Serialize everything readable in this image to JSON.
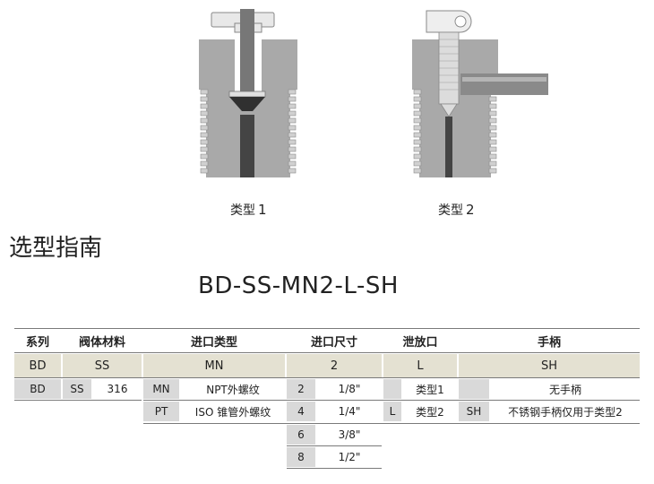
{
  "figures": [
    {
      "caption_text": "类型",
      "caption_num": "1"
    },
    {
      "caption_text": "类型",
      "caption_num": "2"
    }
  ],
  "section_title": "选型指南",
  "model_code": "BD-SS-MN2-L-SH",
  "table": {
    "headers": [
      "系列",
      "阀体材料",
      "进口类型",
      "进口尺寸",
      "泄放口",
      "手柄"
    ],
    "selection": [
      "BD",
      "SS",
      "MN",
      "2",
      "L",
      "SH"
    ],
    "series": {
      "code": "BD"
    },
    "material": {
      "code": "SS",
      "desc": "316"
    },
    "inlet_types": [
      {
        "code": "MN",
        "desc": "NPT外螺纹"
      },
      {
        "code": "PT",
        "desc": "ISO 锥管外螺纹"
      }
    ],
    "inlet_sizes": [
      {
        "code": "2",
        "desc": "1/8\""
      },
      {
        "code": "4",
        "desc": "1/4\""
      },
      {
        "code": "6",
        "desc": "3/8\""
      },
      {
        "code": "8",
        "desc": "1/2\""
      }
    ],
    "vents": [
      {
        "code": "",
        "desc": "类型1"
      },
      {
        "code": "L",
        "desc": "类型2"
      }
    ],
    "handles": [
      {
        "code": "",
        "desc": "无手柄"
      },
      {
        "code": "SH",
        "desc": "不锈钢手柄仅用于类型2"
      }
    ]
  },
  "colors": {
    "selection_row": "#e4e1d2",
    "code_cell": "#d9d9d9",
    "body_gray": "#a9a9a9",
    "rod_gray": "#777777"
  }
}
